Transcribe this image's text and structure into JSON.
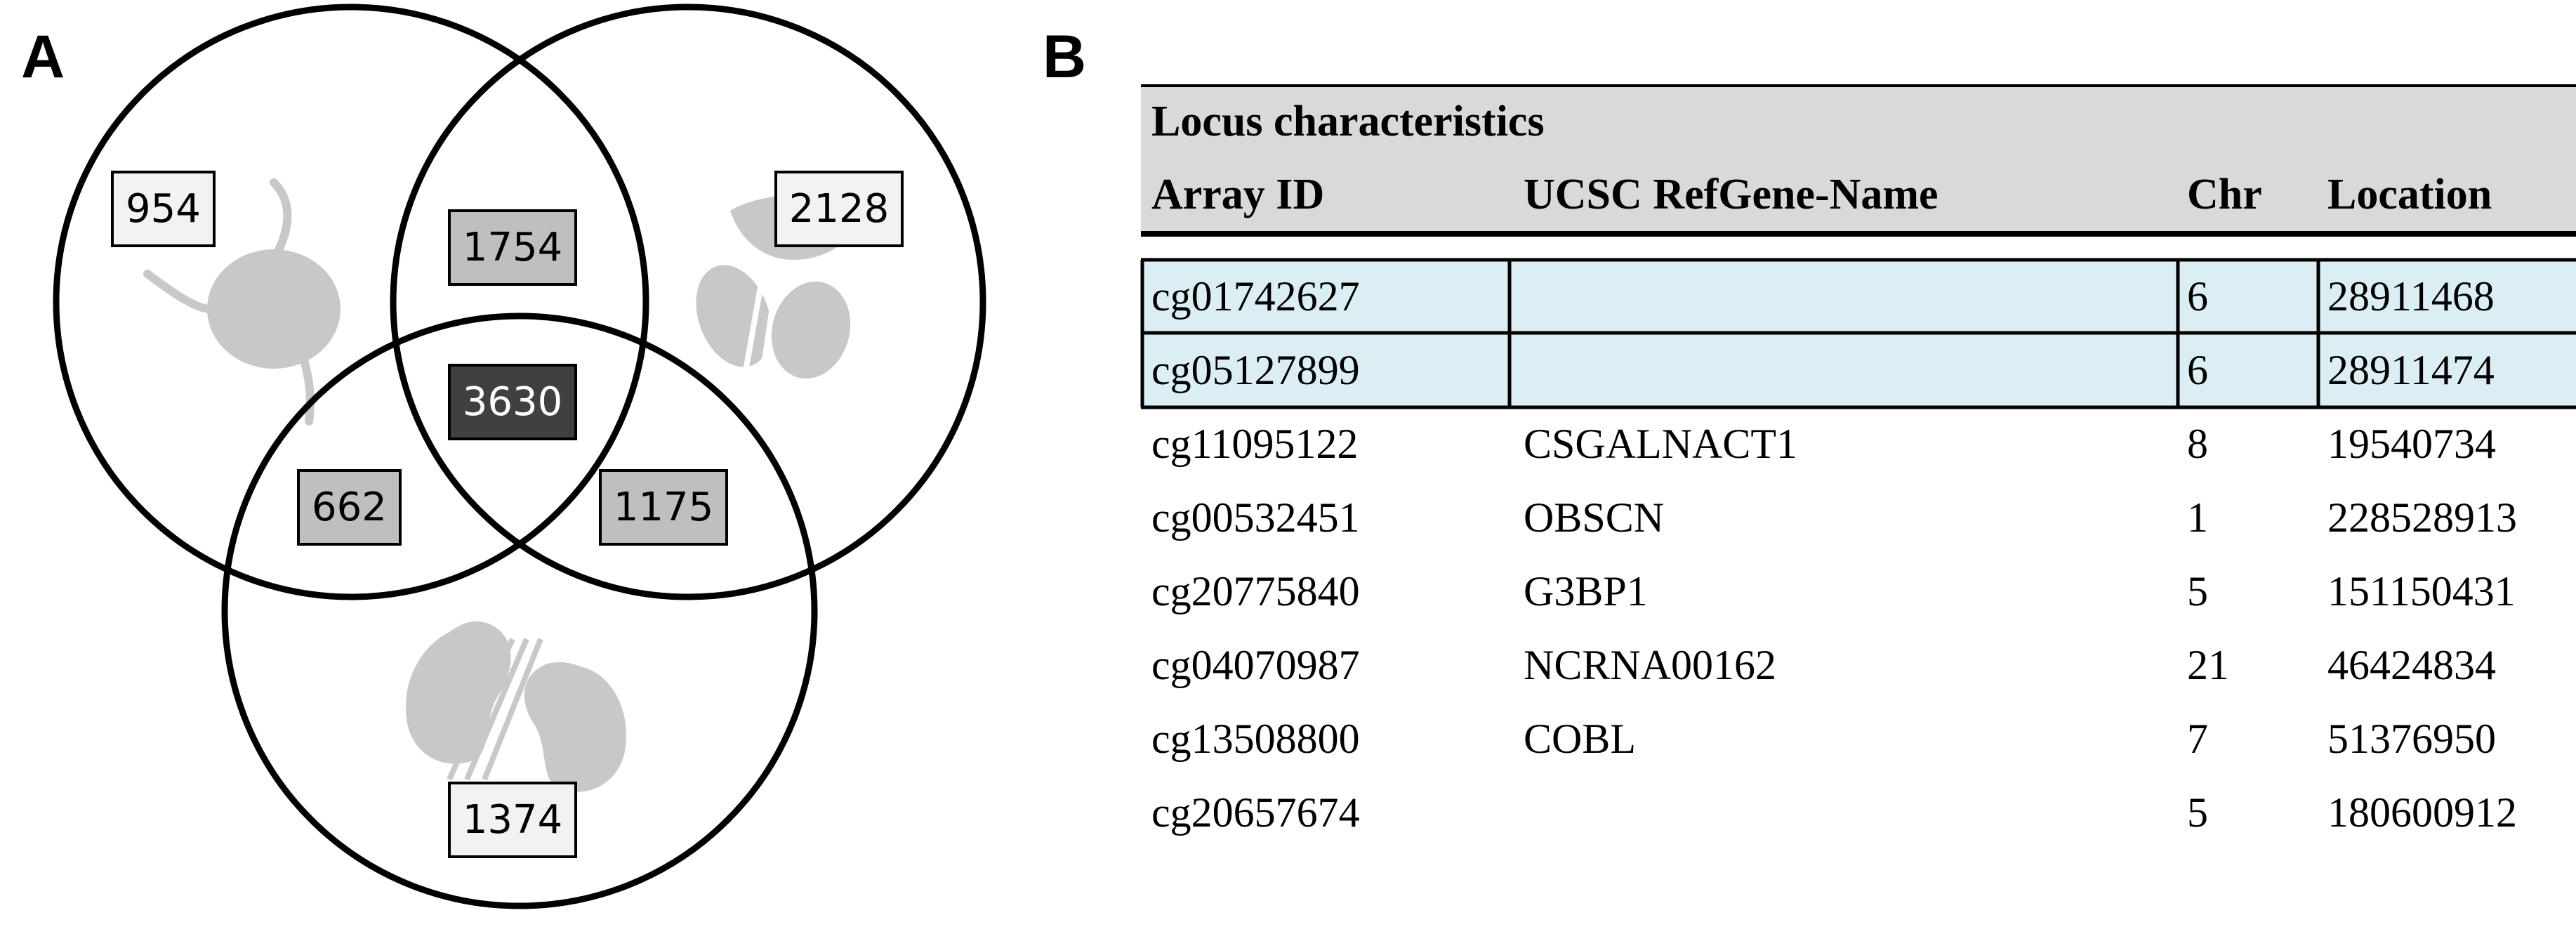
{
  "panel_a": {
    "label": "A",
    "regions": {
      "only_top_left": "954",
      "only_top_right": "2128",
      "only_bottom": "1374",
      "top_left_top_right": "1754",
      "top_left_bottom": "662",
      "top_right_bottom": "1175",
      "all_three": "3630"
    }
  },
  "panel_b": {
    "label": "B",
    "table_title": "Locus characteristics",
    "columns": [
      "Array ID",
      "UCSC RefGene-Name",
      "Chr",
      "Location"
    ],
    "rows": [
      {
        "array_id": "cg01742627",
        "gene": "",
        "chr": "6",
        "location": "28911468",
        "highlighted": true
      },
      {
        "array_id": "cg05127899",
        "gene": "",
        "chr": "6",
        "location": "28911474",
        "highlighted": true
      },
      {
        "array_id": "cg11095122",
        "gene": "CSGALNACT1",
        "chr": "8",
        "location": "19540734",
        "highlighted": false
      },
      {
        "array_id": "cg00532451",
        "gene": "OBSCN",
        "chr": "1",
        "location": "228528913",
        "highlighted": false
      },
      {
        "array_id": "cg20775840",
        "gene": "G3BP1",
        "chr": "5",
        "location": "151150431",
        "highlighted": false
      },
      {
        "array_id": "cg04070987",
        "gene": "NCRNA00162",
        "chr": "21",
        "location": "46424834",
        "highlighted": false
      },
      {
        "array_id": "cg13508800",
        "gene": "COBL",
        "chr": "7",
        "location": "51376950",
        "highlighted": false
      },
      {
        "array_id": "cg20657674",
        "gene": "",
        "chr": "5",
        "location": "180600912",
        "highlighted": false
      }
    ]
  },
  "colors": {
    "header_fill": "#d9d9d9",
    "highlight_fill": "#dbeef4",
    "box_single": "#f2f2f2",
    "box_pair": "#bfbfbf",
    "box_triple": "#404040",
    "silhouette": "#c8c8c8"
  },
  "icons": [
    "bladder-icon",
    "prostate-icon",
    "kidney-icon"
  ]
}
